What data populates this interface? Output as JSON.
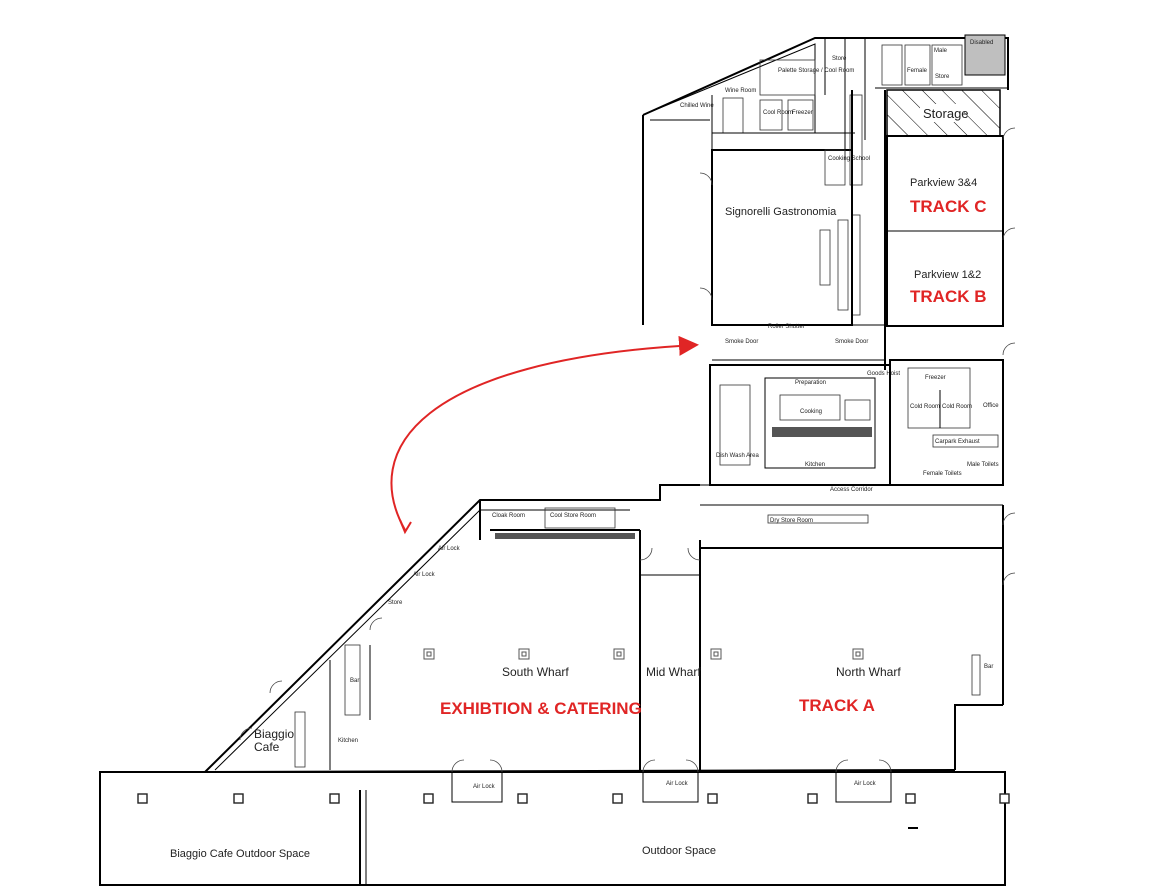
{
  "rooms": {
    "signorelli": "Signorelli Gastronomia",
    "parkview34": "Parkview 3&4",
    "parkview12": "Parkview 1&2",
    "storage": "Storage",
    "south_wharf": "South Wharf",
    "mid_wharf": "Mid Wharf",
    "north_wharf": "North Wharf",
    "biaggio_cafe_line1": "Biaggio",
    "biaggio_cafe_line2": "Cafe",
    "biaggio_outdoor": "Biaggio Cafe Outdoor Space",
    "outdoor": "Outdoor Space",
    "chilled_wine": "Chilled Wine",
    "wine_room": "Wine Room",
    "cool_room": "Cool Room",
    "freezer": "Freezer",
    "palette": "Palette Storage / Cool Room",
    "store": "Store",
    "cooking_school": "Cooking School",
    "roller_shutter": "Roller Shutter",
    "smoke_door": "Smoke Door",
    "preparation": "Preparation",
    "cooking": "Cooking",
    "dish_wash": "Dish Wash Area",
    "kitchen": "Kitchen",
    "goods_hoist": "Goods Hoist",
    "cold_room": "Cold Room",
    "office": "Office",
    "carpark_exhaust": "Carpark Exhaust",
    "male_toilets": "Male Toilets",
    "female_toilets": "Female Toilets",
    "access_corridor": "Access Corridor",
    "cloak_room": "Cloak Room",
    "cool_store_room": "Cool Store Room",
    "air_lock": "Air Lock",
    "bar": "Bar",
    "kitchen_small": "Kitchen",
    "disabled": "Disabled",
    "female": "Female",
    "male": "Male",
    "dry_store": "Dry Store Room"
  },
  "tracks": {
    "a": "TRACK A",
    "b": "TRACK B",
    "c": "TRACK C",
    "exhibition": "EXHIBTION & CATERING"
  },
  "colors": {
    "accent": "#e02525",
    "line": "#000000",
    "background": "#ffffff"
  },
  "icons": {
    "arrow": "curved-red-arrow",
    "column": "square-column"
  }
}
